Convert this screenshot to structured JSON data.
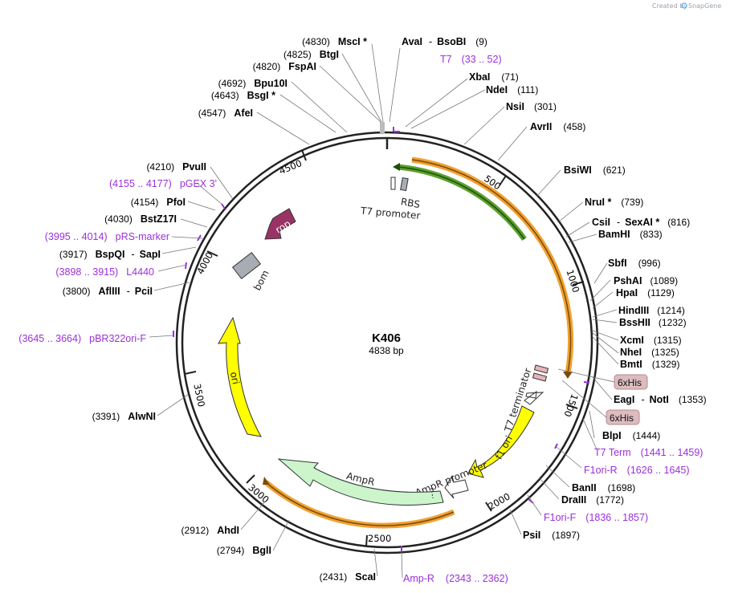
{
  "credit": {
    "prefix": "Created by",
    "brand": "SnapGene"
  },
  "plasmid": {
    "name": "K406",
    "size": "4838 bp"
  },
  "ticks": [
    "500",
    "1000",
    "1500",
    "2000",
    "2500",
    "3000",
    "3500",
    "4000",
    "4500"
  ],
  "features": {
    "t7_promoter": "T7 promoter",
    "rbs": "RBS",
    "t7_terminator": "T7 terminator",
    "f1_ori": "f1 ori",
    "ampr_promoter": "AmpR promoter",
    "ampr": "AmpR",
    "ori": "ori",
    "bom": "bom",
    "rop": "rop",
    "his1": "6xHis",
    "his2": "6xHis"
  },
  "sites_right": [
    {
      "name": "AvaI",
      "name2": "BsoBI",
      "pos": "(9)"
    },
    {
      "primer": "T7",
      "range": "(33 .. 52)"
    },
    {
      "name": "XbaI",
      "pos": "(71)"
    },
    {
      "name": "NdeI",
      "pos": "(111)"
    },
    {
      "name": "NsiI",
      "pos": "(301)"
    },
    {
      "name": "AvrII",
      "pos": "(458)"
    },
    {
      "name": "BsiWI",
      "pos": "(621)"
    },
    {
      "name": "NruI *",
      "pos": "(739)"
    },
    {
      "name": "CsiI",
      "name2": "SexAI *",
      "pos": "(816)"
    },
    {
      "name": "BamHI",
      "pos": "(833)"
    },
    {
      "name": "SbfI",
      "pos": "(996)"
    },
    {
      "name": "PshAI",
      "pos": "(1089)"
    },
    {
      "name": "HpaI",
      "pos": "(1129)"
    },
    {
      "name": "HindIII",
      "pos": "(1214)"
    },
    {
      "name": "BssHII",
      "pos": "(1232)"
    },
    {
      "name": "XcmI",
      "pos": "(1315)"
    },
    {
      "name": "NheI",
      "pos": "(1325)"
    },
    {
      "name": "BmtI",
      "pos": "(1329)"
    },
    {
      "name": "EagI",
      "name2": "NotI",
      "pos": "(1353)"
    },
    {
      "name": "BlpI",
      "pos": "(1444)"
    },
    {
      "primer": "T7 Term",
      "range": "(1441 .. 1459)"
    },
    {
      "primer": "F1ori-R",
      "range": "(1626 .. 1645)"
    },
    {
      "name": "BanII",
      "pos": "(1698)"
    },
    {
      "name": "DraIII",
      "pos": "(1772)"
    },
    {
      "primer": "F1ori-F",
      "range": "(1836 .. 1857)"
    },
    {
      "name": "PsiI",
      "pos": "(1897)"
    },
    {
      "primer": "Amp-R",
      "range": "(2343 .. 2362)"
    }
  ],
  "sites_left": [
    {
      "name": "MscI *",
      "pos": "(4830)"
    },
    {
      "name": "BtgI",
      "pos": "(4825)"
    },
    {
      "name": "FspAI",
      "pos": "(4820)"
    },
    {
      "name": "Bpu10I",
      "pos": "(4692)"
    },
    {
      "name": "BsgI *",
      "pos": "(4643)"
    },
    {
      "name": "AfeI",
      "pos": "(4547)"
    },
    {
      "name": "PvuII",
      "pos": "(4210)"
    },
    {
      "primer": "pGEX 3'",
      "range": "(4155 .. 4177)"
    },
    {
      "name": "PfoI",
      "pos": "(4154)"
    },
    {
      "name": "BstZ17I",
      "pos": "(4030)"
    },
    {
      "primer": "pRS-marker",
      "range": "(3995 .. 4014)"
    },
    {
      "name": "BspQI",
      "name2": "SapI",
      "pos": "(3917)"
    },
    {
      "primer": "L4440",
      "range": "(3898 .. 3915)"
    },
    {
      "name": "AflIII",
      "name2": "PciI",
      "pos": "(3800)"
    },
    {
      "primer": "pBR322ori-F",
      "range": "(3645 .. 3664)"
    },
    {
      "name": "AlwNI",
      "pos": "(3391)"
    },
    {
      "name": "AhdI",
      "pos": "(2912)"
    },
    {
      "name": "BglI",
      "pos": "(2794)"
    },
    {
      "name": "ScaI",
      "pos": "(2431)"
    }
  ],
  "colors": {
    "backbone": "#222222",
    "primer": "#9b30d9",
    "orf": "#f0a030",
    "orf_light": "#fde7c4",
    "green": "#5aa02c",
    "green_light": "#d7f2c6",
    "ampr_fill": "#ccf5cc",
    "yellow": "#ffff00",
    "rop": "#993366",
    "bom": "#a8adb3",
    "his_fill": "#dcbcbf"
  }
}
